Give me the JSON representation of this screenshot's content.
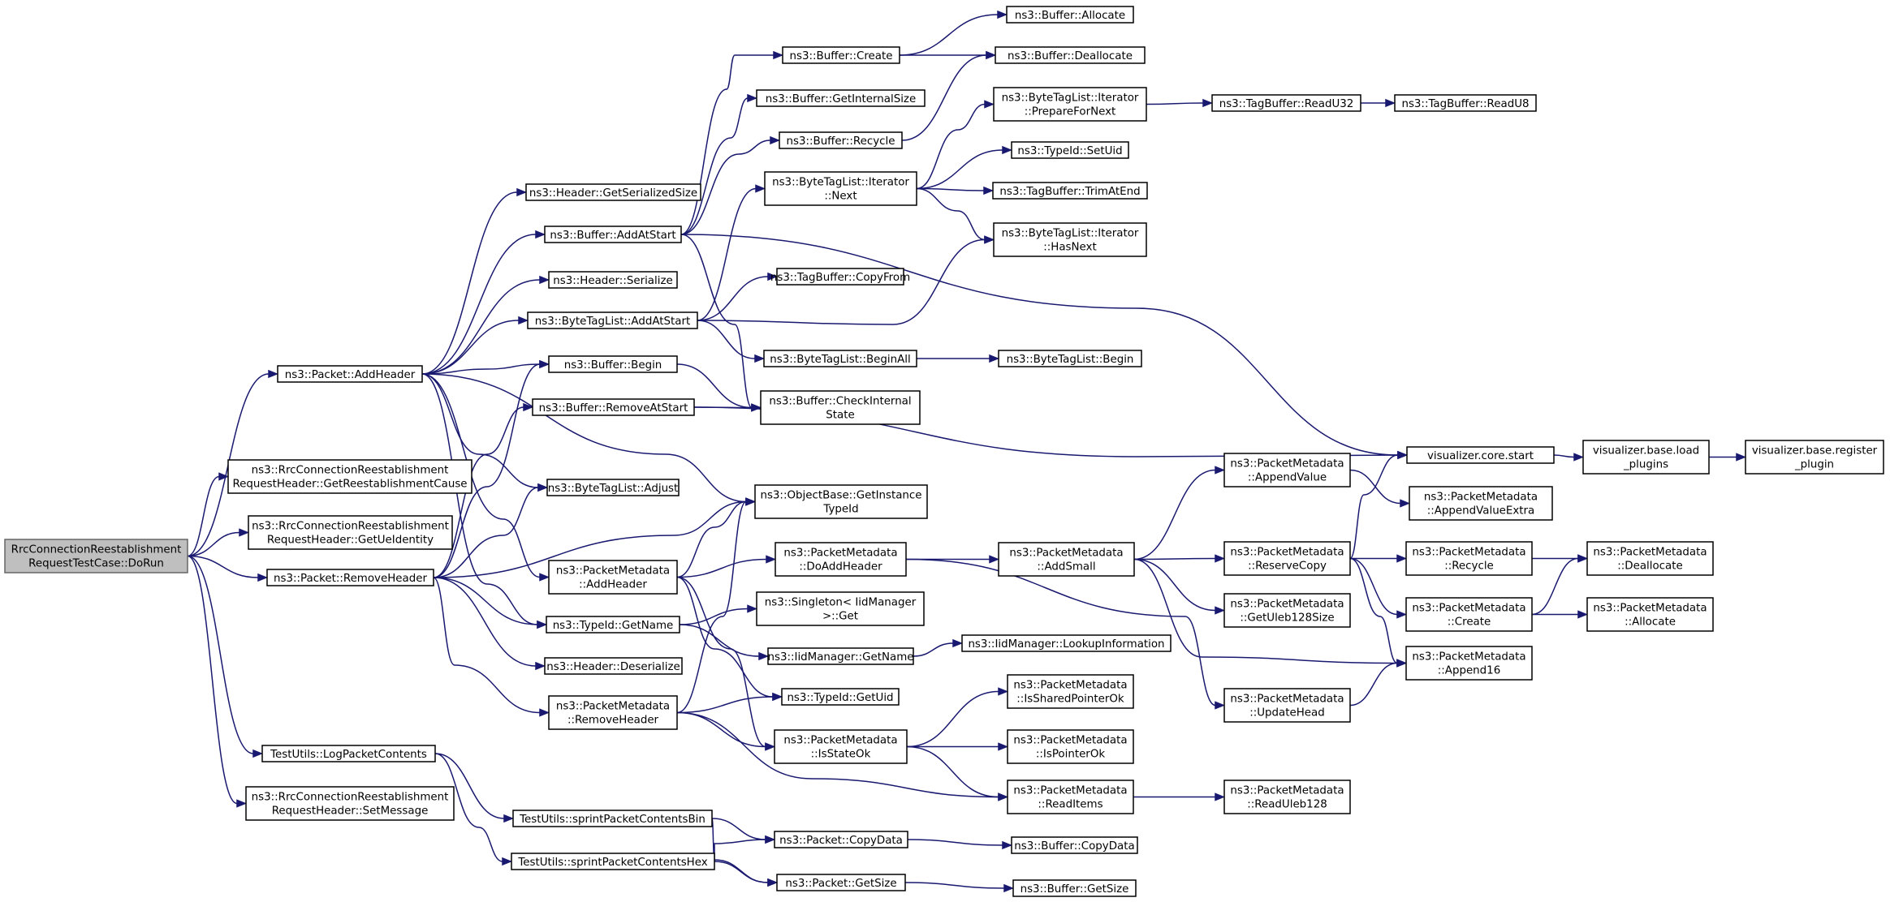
{
  "nodes": [
    {
      "id": "n0",
      "lines": [
        "RrcConnectionReestablishment",
        "RequestTestCase::DoRun"
      ],
      "root": true
    },
    {
      "id": "n1",
      "lines": [
        "ns3::Packet::AddHeader"
      ]
    },
    {
      "id": "n2",
      "lines": [
        "ns3::RrcConnectionReestablishment",
        "RequestHeader::GetReestablishmentCause"
      ]
    },
    {
      "id": "n3",
      "lines": [
        "ns3::RrcConnectionReestablishment",
        "RequestHeader::GetUeIdentity"
      ]
    },
    {
      "id": "n4",
      "lines": [
        "ns3::Packet::RemoveHeader"
      ]
    },
    {
      "id": "n5",
      "lines": [
        "TestUtils::LogPacketContents"
      ]
    },
    {
      "id": "n6",
      "lines": [
        "ns3::RrcConnectionReestablishment",
        "RequestHeader::SetMessage"
      ]
    },
    {
      "id": "n7",
      "lines": [
        "ns3::Header::GetSerializedSize"
      ]
    },
    {
      "id": "n8",
      "lines": [
        "ns3::Buffer::AddAtStart"
      ]
    },
    {
      "id": "n9",
      "lines": [
        "ns3::Header::Serialize"
      ]
    },
    {
      "id": "n10",
      "lines": [
        "ns3::ByteTagList::AddAtStart"
      ]
    },
    {
      "id": "n11",
      "lines": [
        "ns3::Buffer::Begin"
      ]
    },
    {
      "id": "n12",
      "lines": [
        "ns3::Buffer::RemoveAtStart"
      ]
    },
    {
      "id": "n13",
      "lines": [
        "ns3::ByteTagList::Adjust"
      ]
    },
    {
      "id": "n14",
      "lines": [
        "ns3::PacketMetadata",
        "::AddHeader"
      ]
    },
    {
      "id": "n15",
      "lines": [
        "ns3::TypeId::GetName"
      ]
    },
    {
      "id": "n16",
      "lines": [
        "ns3::Header::Deserialize"
      ]
    },
    {
      "id": "n17",
      "lines": [
        "ns3::PacketMetadata",
        "::RemoveHeader"
      ]
    },
    {
      "id": "n18",
      "lines": [
        "TestUtils::sprintPacketContentsBin"
      ]
    },
    {
      "id": "n19",
      "lines": [
        "TestUtils::sprintPacketContentsHex"
      ]
    },
    {
      "id": "n20",
      "lines": [
        "ns3::Buffer::Create"
      ]
    },
    {
      "id": "n21",
      "lines": [
        "ns3::Buffer::GetInternalSize"
      ]
    },
    {
      "id": "n22",
      "lines": [
        "ns3::Buffer::Recycle"
      ]
    },
    {
      "id": "n23",
      "lines": [
        "ns3::ByteTagList::Iterator",
        "::Next"
      ]
    },
    {
      "id": "n24",
      "lines": [
        "ns3::TagBuffer::CopyFrom"
      ]
    },
    {
      "id": "n25",
      "lines": [
        "ns3::ByteTagList::BeginAll"
      ]
    },
    {
      "id": "n26",
      "lines": [
        "ns3::Buffer::CheckInternal",
        "State"
      ]
    },
    {
      "id": "n27",
      "lines": [
        "ns3::ObjectBase::GetInstance",
        "TypeId"
      ]
    },
    {
      "id": "n28",
      "lines": [
        "ns3::PacketMetadata",
        "::DoAddHeader"
      ]
    },
    {
      "id": "n29",
      "lines": [
        "ns3::Singleton< IidManager",
        ">::Get"
      ]
    },
    {
      "id": "n30",
      "lines": [
        "ns3::IidManager::GetName"
      ]
    },
    {
      "id": "n31",
      "lines": [
        "ns3::TypeId::GetUid"
      ]
    },
    {
      "id": "n32",
      "lines": [
        "ns3::PacketMetadata",
        "::IsStateOk"
      ]
    },
    {
      "id": "n33",
      "lines": [
        "ns3::Packet::CopyData"
      ]
    },
    {
      "id": "n34",
      "lines": [
        "ns3::Packet::GetSize"
      ]
    },
    {
      "id": "n35",
      "lines": [
        "ns3::Buffer::Allocate"
      ]
    },
    {
      "id": "n36",
      "lines": [
        "ns3::Buffer::Deallocate"
      ]
    },
    {
      "id": "n37",
      "lines": [
        "ns3::ByteTagList::Iterator",
        "::PrepareForNext"
      ]
    },
    {
      "id": "n38",
      "lines": [
        "ns3::TypeId::SetUid"
      ]
    },
    {
      "id": "n39",
      "lines": [
        "ns3::TagBuffer::TrimAtEnd"
      ]
    },
    {
      "id": "n40",
      "lines": [
        "ns3::ByteTagList::Iterator",
        "::HasNext"
      ]
    },
    {
      "id": "n41",
      "lines": [
        "ns3::ByteTagList::Begin"
      ]
    },
    {
      "id": "n42",
      "lines": [
        "ns3::PacketMetadata",
        "::AddSmall"
      ]
    },
    {
      "id": "n43",
      "lines": [
        "ns3::IidManager::LookupInformation"
      ]
    },
    {
      "id": "n44",
      "lines": [
        "ns3::PacketMetadata",
        "::IsSharedPointerOk"
      ]
    },
    {
      "id": "n45",
      "lines": [
        "ns3::PacketMetadata",
        "::IsPointerOk"
      ]
    },
    {
      "id": "n46",
      "lines": [
        "ns3::PacketMetadata",
        "::ReadItems"
      ]
    },
    {
      "id": "n47",
      "lines": [
        "ns3::Buffer::CopyData"
      ]
    },
    {
      "id": "n48",
      "lines": [
        "ns3::Buffer::GetSize"
      ]
    },
    {
      "id": "n49",
      "lines": [
        "ns3::TagBuffer::ReadU32"
      ]
    },
    {
      "id": "n50",
      "lines": [
        "ns3::PacketMetadata",
        "::AppendValue"
      ]
    },
    {
      "id": "n51",
      "lines": [
        "ns3::PacketMetadata",
        "::ReserveCopy"
      ]
    },
    {
      "id": "n52",
      "lines": [
        "ns3::PacketMetadata",
        "::GetUleb128Size"
      ]
    },
    {
      "id": "n53",
      "lines": [
        "ns3::PacketMetadata",
        "::UpdateHead"
      ]
    },
    {
      "id": "n54",
      "lines": [
        "ns3::PacketMetadata",
        "::ReadUleb128"
      ]
    },
    {
      "id": "n55",
      "lines": [
        "ns3::TagBuffer::ReadU8"
      ]
    },
    {
      "id": "n56",
      "lines": [
        "visualizer.core.start"
      ]
    },
    {
      "id": "n57",
      "lines": [
        "ns3::PacketMetadata",
        "::AppendValueExtra"
      ]
    },
    {
      "id": "n58",
      "lines": [
        "ns3::PacketMetadata",
        "::Recycle"
      ]
    },
    {
      "id": "n59",
      "lines": [
        "ns3::PacketMetadata",
        "::Create"
      ]
    },
    {
      "id": "n60",
      "lines": [
        "ns3::PacketMetadata",
        "::Append16"
      ]
    },
    {
      "id": "n61",
      "lines": [
        "visualizer.base.load",
        "_plugins"
      ]
    },
    {
      "id": "n62",
      "lines": [
        "ns3::PacketMetadata",
        "::Deallocate"
      ]
    },
    {
      "id": "n63",
      "lines": [
        "ns3::PacketMetadata",
        "::Allocate"
      ]
    },
    {
      "id": "n64",
      "lines": [
        "visualizer.base.register",
        "_plugin"
      ]
    }
  ],
  "edges": [
    [
      "n0",
      "n1"
    ],
    [
      "n0",
      "n2"
    ],
    [
      "n0",
      "n3"
    ],
    [
      "n0",
      "n4"
    ],
    [
      "n0",
      "n5"
    ],
    [
      "n0",
      "n6"
    ],
    [
      "n1",
      "n7"
    ],
    [
      "n1",
      "n8"
    ],
    [
      "n1",
      "n9"
    ],
    [
      "n1",
      "n10"
    ],
    [
      "n1",
      "n11"
    ],
    [
      "n1",
      "n13"
    ],
    [
      "n1",
      "n14"
    ],
    [
      "n1",
      "n15"
    ],
    [
      "n1",
      "n27"
    ],
    [
      "n4",
      "n11"
    ],
    [
      "n4",
      "n12"
    ],
    [
      "n4",
      "n13"
    ],
    [
      "n4",
      "n15"
    ],
    [
      "n4",
      "n16"
    ],
    [
      "n4",
      "n17"
    ],
    [
      "n4",
      "n27"
    ],
    [
      "n5",
      "n18"
    ],
    [
      "n5",
      "n19"
    ],
    [
      "n8",
      "n20"
    ],
    [
      "n8",
      "n21"
    ],
    [
      "n8",
      "n22"
    ],
    [
      "n8",
      "n26"
    ],
    [
      "n8",
      "n56"
    ],
    [
      "n10",
      "n23"
    ],
    [
      "n10",
      "n24"
    ],
    [
      "n10",
      "n25"
    ],
    [
      "n10",
      "n40"
    ],
    [
      "n11",
      "n26"
    ],
    [
      "n12",
      "n26"
    ],
    [
      "n12",
      "n56"
    ],
    [
      "n14",
      "n27"
    ],
    [
      "n14",
      "n28"
    ],
    [
      "n14",
      "n31"
    ],
    [
      "n14",
      "n32"
    ],
    [
      "n15",
      "n29"
    ],
    [
      "n15",
      "n30"
    ],
    [
      "n17",
      "n27"
    ],
    [
      "n17",
      "n31"
    ],
    [
      "n17",
      "n32"
    ],
    [
      "n17",
      "n46"
    ],
    [
      "n18",
      "n33"
    ],
    [
      "n18",
      "n34"
    ],
    [
      "n19",
      "n33"
    ],
    [
      "n19",
      "n34"
    ],
    [
      "n20",
      "n35"
    ],
    [
      "n20",
      "n36"
    ],
    [
      "n22",
      "n36"
    ],
    [
      "n23",
      "n37"
    ],
    [
      "n23",
      "n38"
    ],
    [
      "n23",
      "n39"
    ],
    [
      "n23",
      "n40"
    ],
    [
      "n25",
      "n41"
    ],
    [
      "n28",
      "n42"
    ],
    [
      "n28",
      "n53"
    ],
    [
      "n30",
      "n43"
    ],
    [
      "n32",
      "n44"
    ],
    [
      "n32",
      "n45"
    ],
    [
      "n32",
      "n46"
    ],
    [
      "n33",
      "n47"
    ],
    [
      "n34",
      "n48"
    ],
    [
      "n37",
      "n49"
    ],
    [
      "n42",
      "n50"
    ],
    [
      "n42",
      "n51"
    ],
    [
      "n42",
      "n52"
    ],
    [
      "n42",
      "n60"
    ],
    [
      "n46",
      "n54"
    ],
    [
      "n49",
      "n55"
    ],
    [
      "n50",
      "n57"
    ],
    [
      "n51",
      "n56"
    ],
    [
      "n51",
      "n58"
    ],
    [
      "n51",
      "n59"
    ],
    [
      "n51",
      "n60"
    ],
    [
      "n53",
      "n60"
    ],
    [
      "n56",
      "n61"
    ],
    [
      "n58",
      "n62"
    ],
    [
      "n59",
      "n62"
    ],
    [
      "n59",
      "n63"
    ],
    [
      "n61",
      "n64"
    ]
  ]
}
